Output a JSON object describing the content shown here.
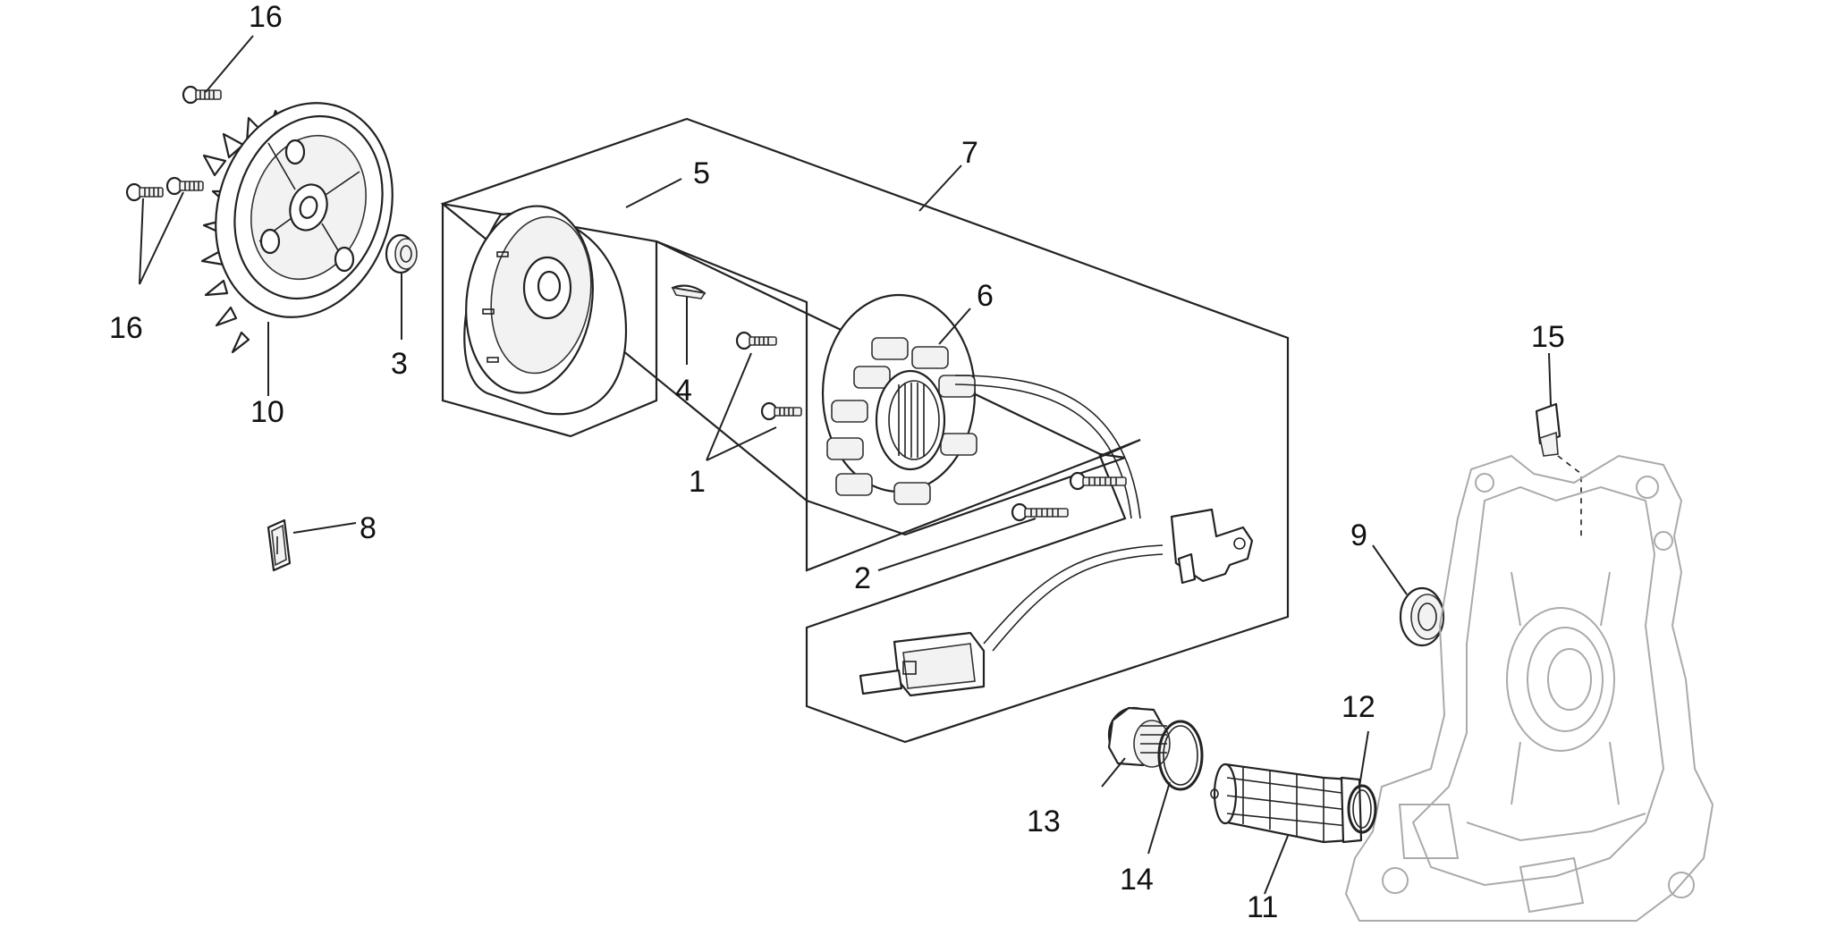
{
  "callouts": [
    {
      "id": "c16a",
      "label": "16"
    },
    {
      "id": "c16b",
      "label": "16"
    },
    {
      "id": "c10",
      "label": "10"
    },
    {
      "id": "c3",
      "label": "3"
    },
    {
      "id": "c5",
      "label": "5"
    },
    {
      "id": "c7",
      "label": "7"
    },
    {
      "id": "c4",
      "label": "4"
    },
    {
      "id": "c6",
      "label": "6"
    },
    {
      "id": "c1",
      "label": "1"
    },
    {
      "id": "c8",
      "label": "8"
    },
    {
      "id": "c2",
      "label": "2"
    },
    {
      "id": "c15",
      "label": "15"
    },
    {
      "id": "c9",
      "label": "9"
    },
    {
      "id": "c12",
      "label": "12"
    },
    {
      "id": "c13",
      "label": "13"
    },
    {
      "id": "c14",
      "label": "14"
    },
    {
      "id": "c11",
      "label": "11"
    }
  ]
}
